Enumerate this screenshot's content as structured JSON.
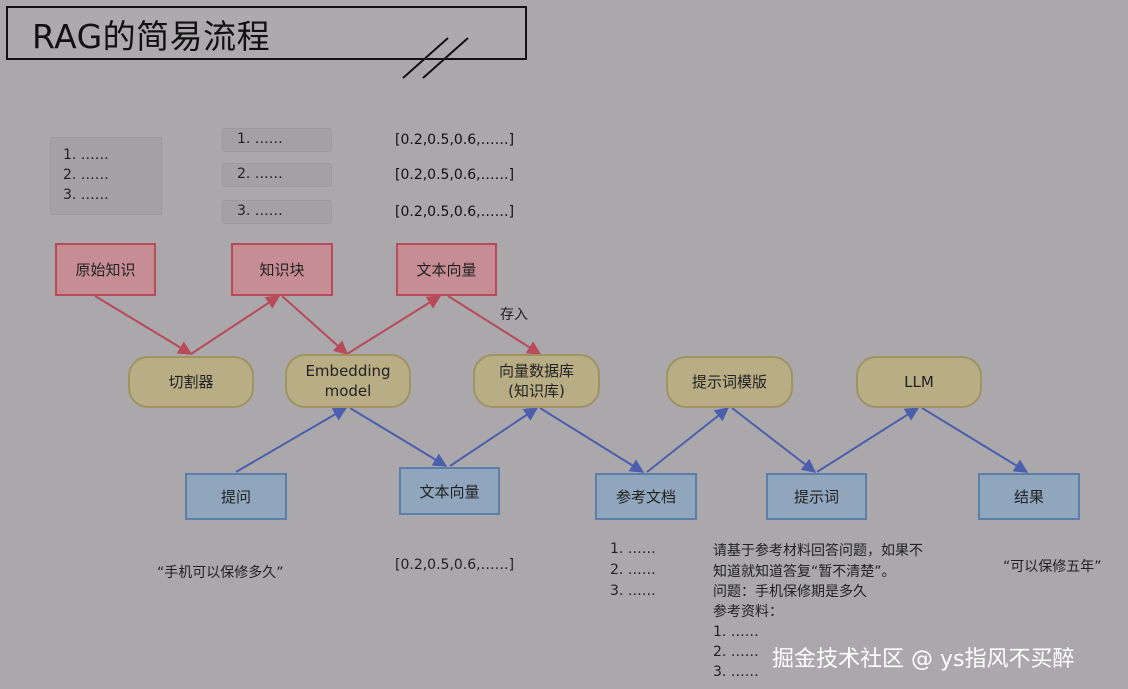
{
  "title": "RAG的简易流程",
  "top_list": [
    "1. ……",
    "2. ……",
    "3. ……"
  ],
  "chunk_rows": [
    "1. ……",
    "2. ……",
    "3. ……"
  ],
  "vectors_top": [
    "[0.2,0.5,0.6,……]",
    "[0.2,0.5,0.6,……]",
    "[0.2,0.5,0.6,……]"
  ],
  "red_nodes": {
    "raw": "原始知识",
    "chunk": "知识块",
    "vec": "文本向量"
  },
  "store_label": "存入",
  "pills": {
    "cutter": "切割器",
    "embed_1": "Embedding",
    "embed_2": "model",
    "db_1": "向量数据库",
    "db_2": "(知识库)",
    "template": "提示词模版",
    "llm": "LLM"
  },
  "blue_nodes": {
    "question": "提问",
    "vec": "文本向量",
    "refdoc": "参考文档",
    "prompt": "提示词",
    "result": "结果"
  },
  "question_text": "“手机可以保修多久”",
  "vector_bottom": "[0.2,0.5,0.6,……]",
  "ref_list": [
    "1. ……",
    "2. ……",
    "3. ……"
  ],
  "prompt_text": [
    "请基于参考材料回答问题，如果不",
    "知道就知道答复“暂不清楚”。",
    "问题：手机保修期是多久",
    "参考资料：",
    "1. ……",
    "2. ……",
    "3. ……"
  ],
  "result_text": "“可以保修五年”",
  "watermark": "掘金技术社区 @ ys指风不买醉",
  "colors": {
    "red": "#b84a5a",
    "olive": "#9f9362",
    "blue": "#5b7fa8"
  }
}
